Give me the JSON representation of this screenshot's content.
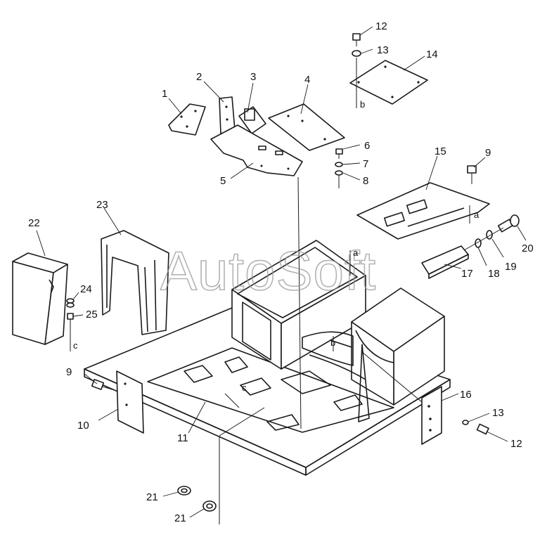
{
  "watermark": "AutoSoft",
  "callouts": {
    "p1": "1",
    "p2": "2",
    "p3": "3",
    "p4": "4",
    "p5": "5",
    "p6": "6",
    "p7": "7",
    "p8": "8",
    "p9a": "9",
    "p9b": "9",
    "p10": "10",
    "p11": "11",
    "p12a": "12",
    "p12b": "12",
    "p13a": "13",
    "p13b": "13",
    "p14": "14",
    "p15": "15",
    "p16": "16",
    "p17": "17",
    "p18": "18",
    "p19": "19",
    "p20": "20",
    "p21a": "21",
    "p21b": "21",
    "p22": "22",
    "p23": "23",
    "p24": "24",
    "p25": "25"
  },
  "reference_tags": {
    "b_top": "b",
    "b_mid": "b",
    "c_left": "c",
    "c_mid": "c",
    "a_15": "a",
    "a_frame": "a"
  }
}
